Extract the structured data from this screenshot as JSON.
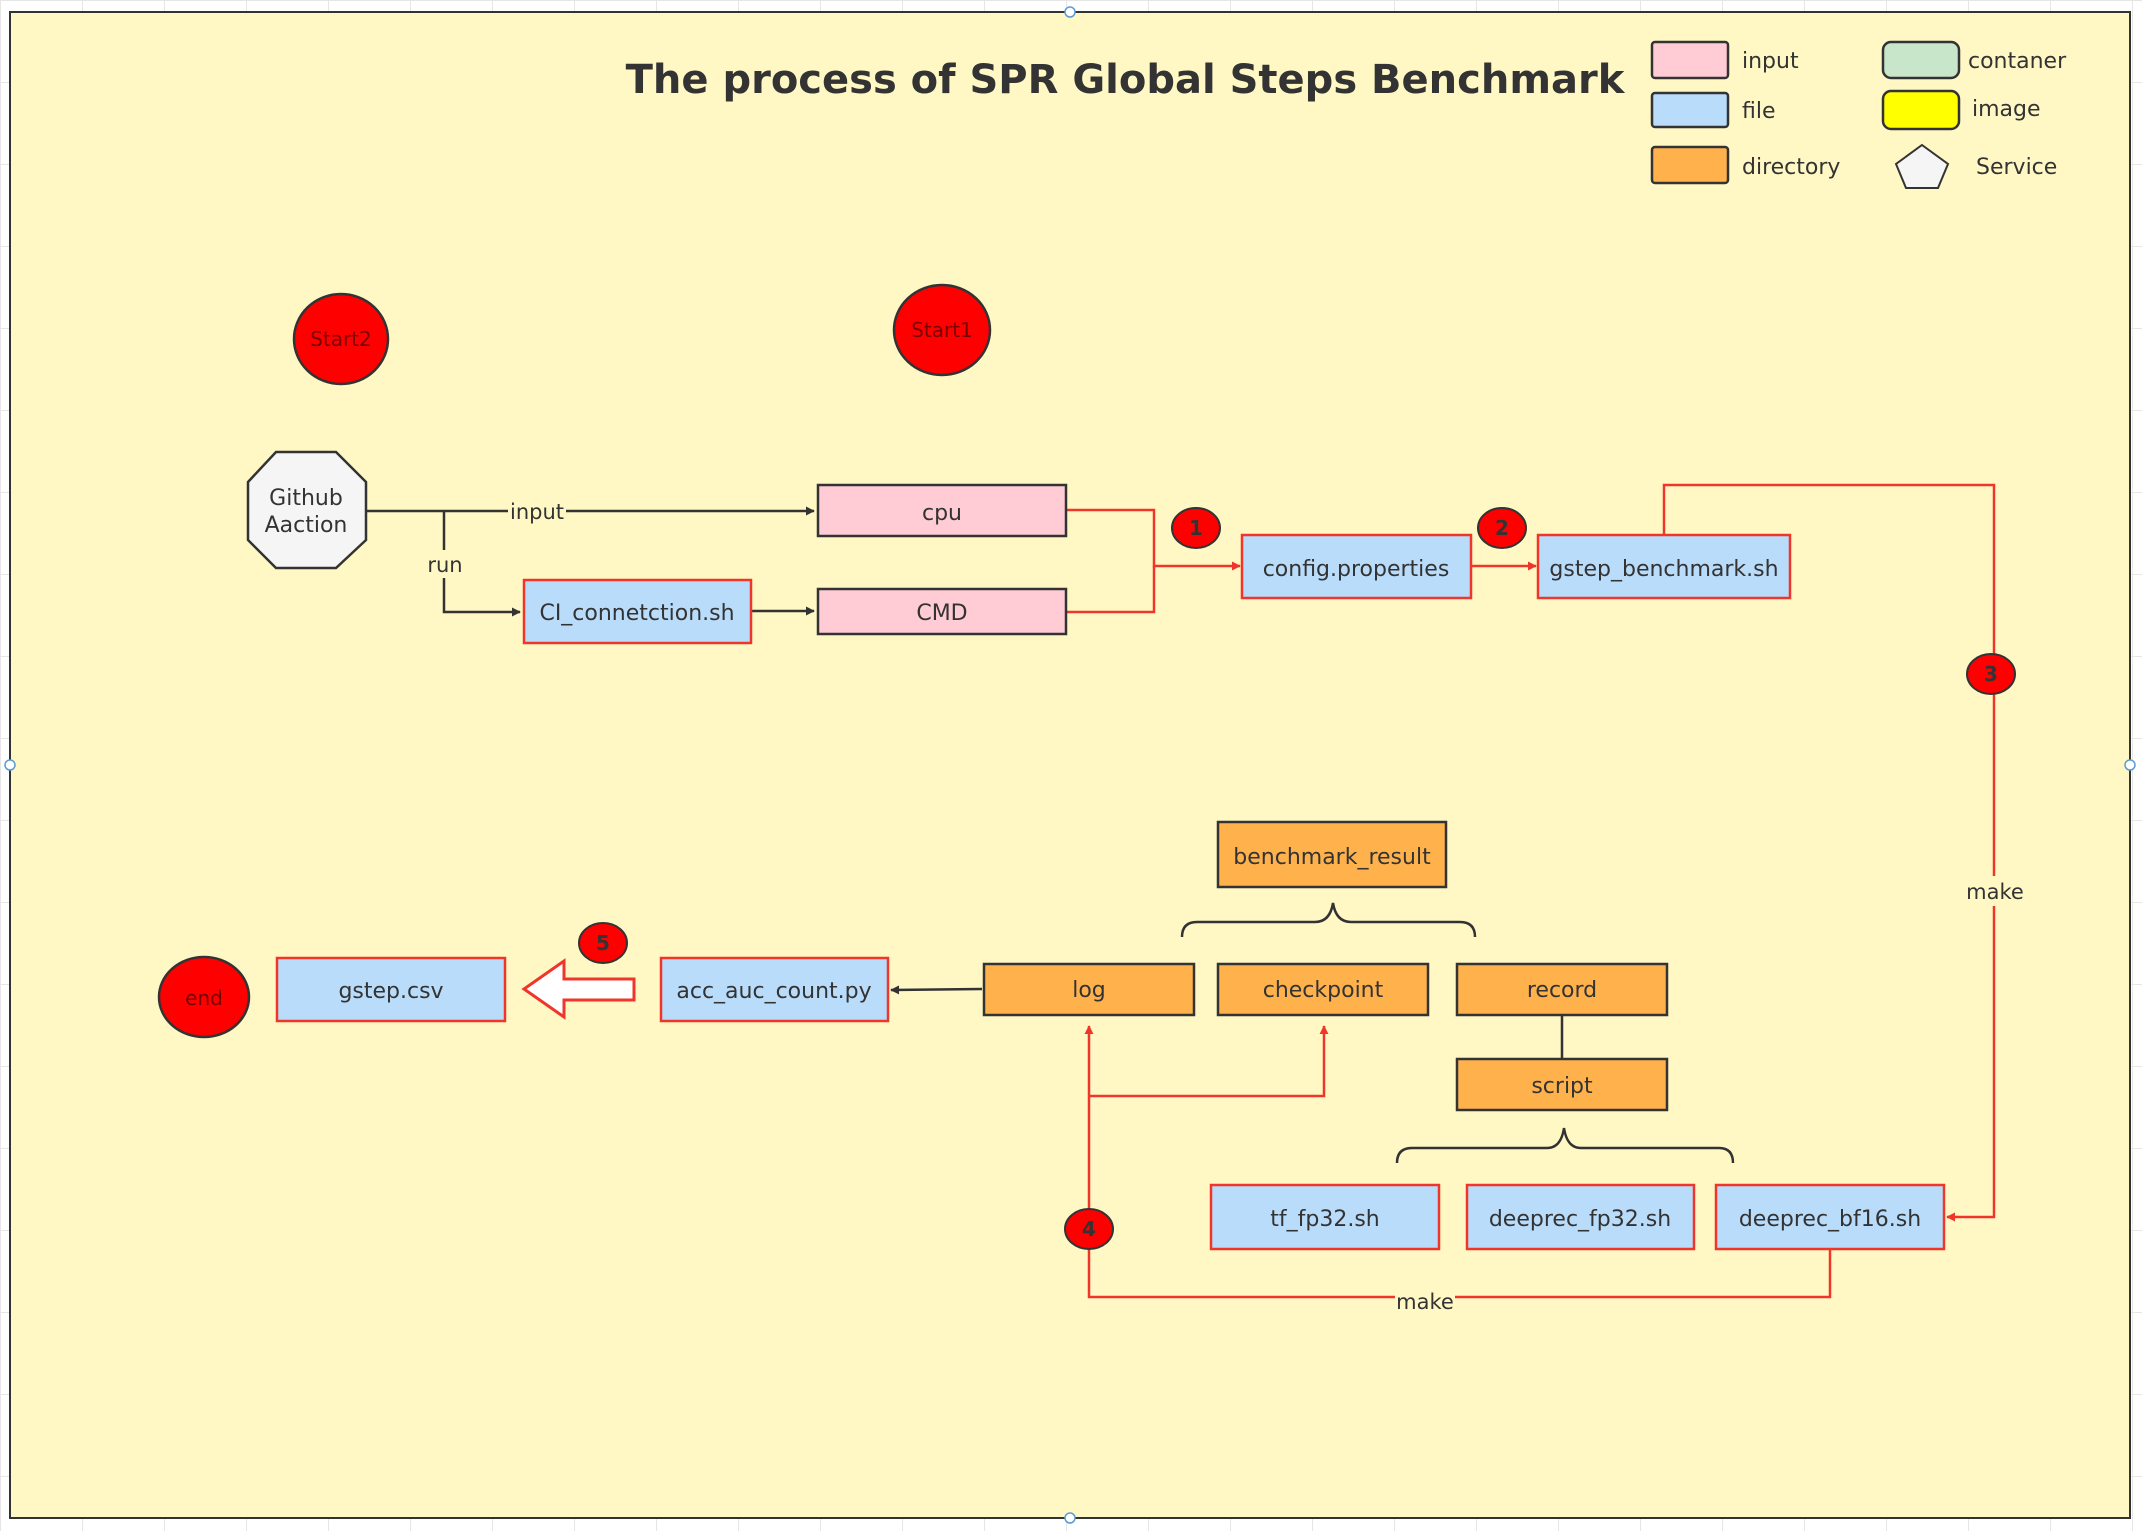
{
  "title": "The process of SPR Global Steps Benchmark",
  "colors": {
    "background": "#fff8c5",
    "input": "#ffccd5",
    "file": "#b9dcfa",
    "directory": "#ffb24c",
    "container": "#c8e6c9",
    "image": "#ffff00",
    "service": "#f5f5f5",
    "start_end": "#ff0000",
    "red_line": "#f0362b",
    "dark_line": "#333333"
  },
  "legend": {
    "input": "input",
    "file": "file",
    "directory": "directory",
    "container": "contaner",
    "image": "image",
    "service": "Service"
  },
  "nodes": {
    "start2": "Start2",
    "start1": "Start1",
    "end": "end",
    "github_line1": "Github",
    "github_line2": "Aaction",
    "cpu": "cpu",
    "cmd": "CMD",
    "ci_connection": "CI_connetction.sh",
    "config": "config.properties",
    "gstep_benchmark": "gstep_benchmark.sh",
    "benchmark_result": "benchmark_result",
    "log": "log",
    "checkpoint": "checkpoint",
    "record": "record",
    "script": "script",
    "tf_fp32": "tf_fp32.sh",
    "deeprec_fp32": "deeprec_fp32.sh",
    "deeprec_bf16": "deeprec_bf16.sh",
    "acc_auc": "acc_auc_count.py",
    "gstep_csv": "gstep.csv"
  },
  "edge_labels": {
    "input": "input",
    "run": "run",
    "make_right": "make",
    "make_bottom": "make"
  },
  "steps": [
    "1",
    "2",
    "3",
    "4",
    "5"
  ]
}
